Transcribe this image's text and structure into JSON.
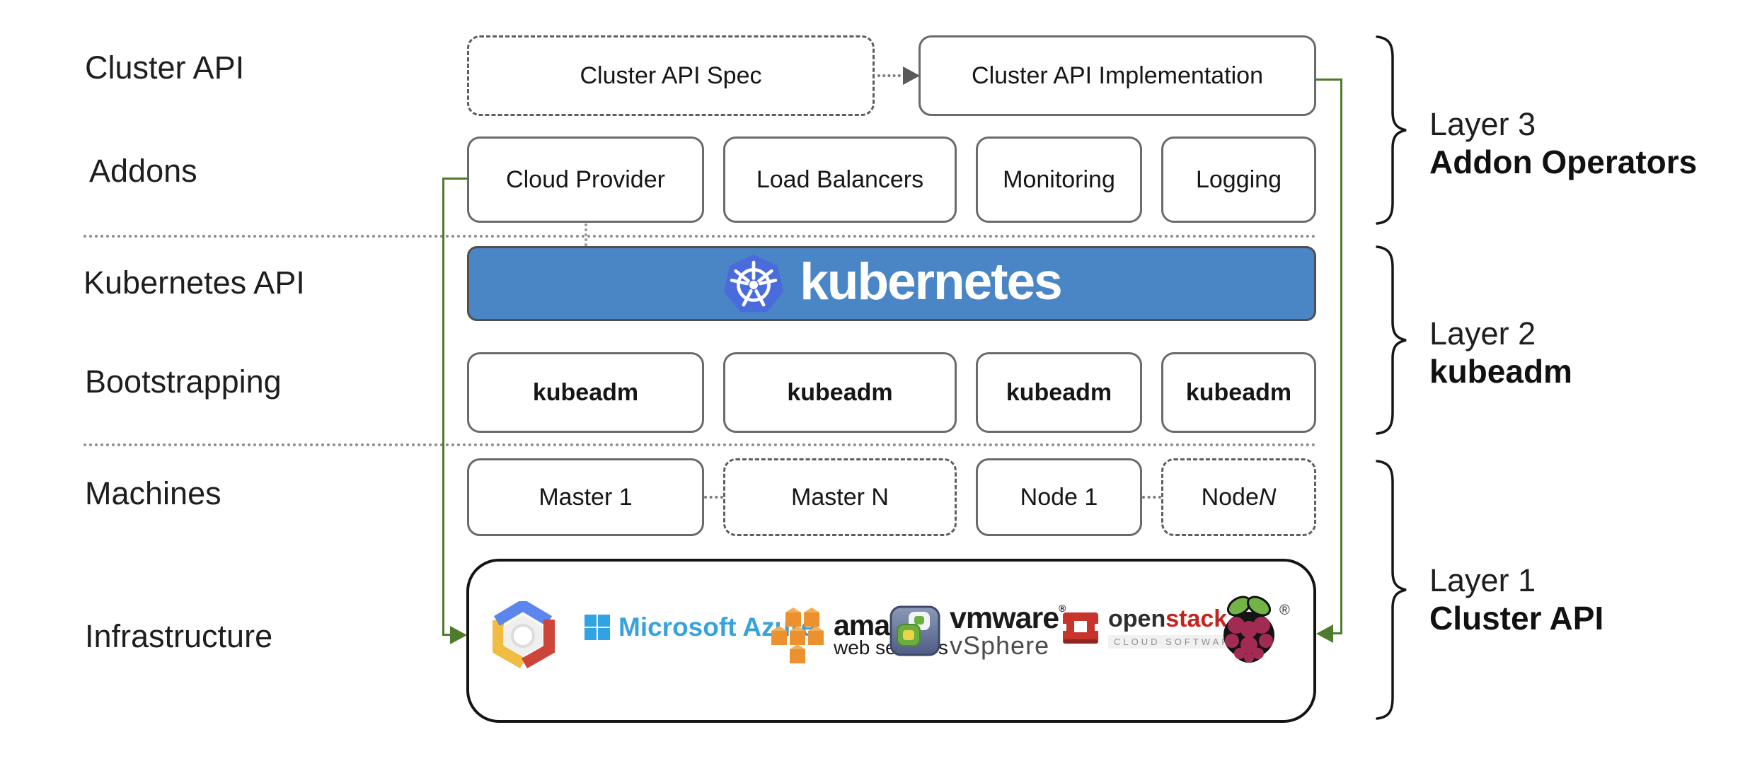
{
  "row_labels": [
    {
      "label": "Cluster API"
    },
    {
      "label": "Addons"
    },
    {
      "label": "Kubernetes API"
    },
    {
      "label": "Bootstrapping"
    },
    {
      "label": "Machines"
    },
    {
      "label": "Infrastructure"
    }
  ],
  "cluster_api_row": {
    "spec": "Cluster API Spec",
    "implementation": "Cluster API Implementation"
  },
  "addons_row": {
    "boxes": [
      "Cloud Provider",
      "Load Balancers",
      "Monitoring",
      "Logging"
    ]
  },
  "kubernetes_banner": {
    "wordmark": "kubernetes"
  },
  "bootstrapping_row": {
    "boxes": [
      "kubeadm",
      "kubeadm",
      "kubeadm",
      "kubeadm"
    ]
  },
  "machines_row": {
    "boxes": [
      {
        "label": "Master 1"
      },
      {
        "label": "Master N"
      },
      {
        "label": "Node 1"
      },
      {
        "label": "Node ",
        "label_italic": "N"
      }
    ]
  },
  "infrastructure_box": {
    "providers": [
      "Google Cloud Platform",
      "Microsoft Azure",
      "Amazon Web Services",
      "VMware vSphere",
      "OpenStack",
      "Raspberry Pi"
    ],
    "azure_text": "Microsoft Azure",
    "aws_line1": "amazon",
    "aws_line2": "web services",
    "vmware_line1": "vmware",
    "vmware_mark": "®",
    "vmware_line2": "vSphere",
    "openstack_open": "open",
    "openstack_stack": "stack",
    "openstack_tm": "™",
    "openstack_sub": "CLOUD SOFTWARE",
    "rpi_mark": "®"
  },
  "layer_labels": [
    {
      "line1": "Layer 3",
      "line2": "Addon Operators"
    },
    {
      "line1": "Layer 2",
      "line2": "kubeadm"
    },
    {
      "line1": "Layer 1",
      "line2": "Cluster API"
    }
  ],
  "colors": {
    "banner_blue": "#4A86C6",
    "k8s_logo_blue": "#4A6BDB",
    "arrow_green": "#4E7B2C",
    "azure_blue": "#38A2DC",
    "aws_orange": "#EC912D",
    "openstack_red": "#C6342C",
    "raspberry_red": "#A12B52",
    "leaf_green": "#74B345",
    "gcp_blue": "#5C85EE",
    "gcp_red": "#CD4539",
    "gcp_yellow": "#F0BC42"
  }
}
